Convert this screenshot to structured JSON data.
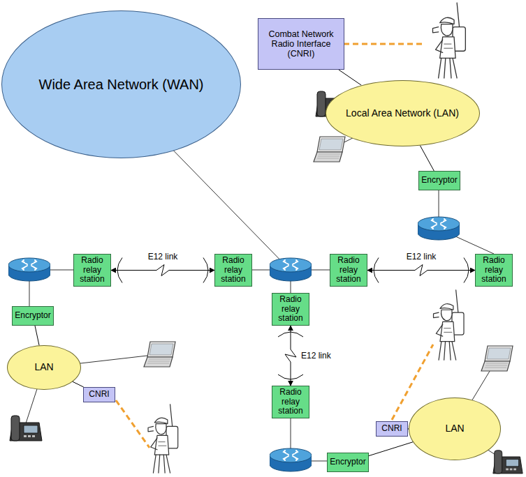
{
  "diagram": {
    "nodes": [
      {
        "text": [
          "Wide Area Network (WAN)"
        ]
      },
      {
        "text": [
          "Combat Network Radio Interface (CNRI)"
        ]
      },
      {
        "text": [
          "Local Area Network (LAN)"
        ]
      },
      {
        "text": [
          "Encryptor"
        ]
      },
      {
        "text": [
          "Radio relay station"
        ]
      },
      {
        "text": [
          "Radio relay station"
        ]
      },
      {
        "text": [
          "Radio relay station"
        ]
      },
      {
        "text": [
          "Radio relay station"
        ]
      },
      {
        "text": [
          "Encryptor"
        ]
      },
      {
        "text": [
          "Radio relay station"
        ]
      },
      {
        "text": [
          "LAN"
        ]
      },
      {
        "text": [
          "CNRI"
        ]
      },
      {
        "text": [
          "Radio relay station"
        ]
      },
      {
        "text": [
          "Encryptor"
        ]
      },
      {
        "text": [
          "CNRI"
        ]
      },
      {
        "text": [
          "LAN"
        ]
      }
    ],
    "edges": [
      {
        "from": 1,
        "to": 2,
        "arrow": "none"
      },
      {
        "from": 2,
        "to": 3,
        "arrow": "none"
      },
      {
        "from": 4,
        "to": 5,
        "label": "E12 link",
        "arrow": "both"
      },
      {
        "from": 6,
        "to": 7,
        "label": "E12 link",
        "arrow": "both"
      },
      {
        "from": 9,
        "to": 12,
        "label": "E12 link",
        "arrow": "both"
      },
      {
        "from": 8,
        "to": 10,
        "arrow": "none"
      },
      {
        "from": 10,
        "to": 11,
        "arrow": "none"
      },
      {
        "from": 13,
        "to": 15,
        "arrow": "none"
      },
      {
        "from": 14,
        "to": 15,
        "arrow": "none"
      }
    ]
  }
}
